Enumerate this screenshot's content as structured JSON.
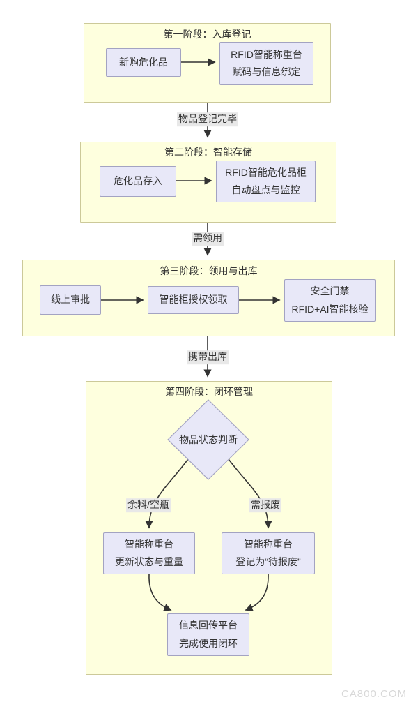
{
  "watermark": "CA800.COM",
  "colors": {
    "stage_fill": "#feffde",
    "stage_border": "#ccc999",
    "node_fill": "#e8e8f8",
    "node_border": "#a3a3c2",
    "edge_label_bg": "#e8e8e8",
    "arrow": "#333333",
    "watermark": "#d8d8d8"
  },
  "stage1": {
    "title": "第一阶段：入库登记",
    "nodes": {
      "new_purchase": "新购危化品",
      "rfid_weigh": "RFID智能称重台\n赋码与信息绑定"
    }
  },
  "stage2": {
    "title": "第二阶段：智能存储",
    "nodes": {
      "store_in": "危化品存入",
      "smart_cabinet": "RFID智能危化品柜\n自动盘点与监控"
    }
  },
  "stage3": {
    "title": "第三阶段：领用与出库",
    "nodes": {
      "online_approval": "线上审批",
      "authorized_pickup": "智能柜授权领取",
      "security_gate": "安全门禁\nRFID+AI智能核验"
    }
  },
  "stage4": {
    "title": "第四阶段：闭环管理",
    "nodes": {
      "status_decision": "物品状态判断",
      "update_weight": "智能称重台\n更新状态与重量",
      "register_scrap": "智能称重台\n登记为“待报废”",
      "feedback": "信息回传平台\n完成使用闭环"
    }
  },
  "edge_labels": {
    "registered": "物品登记完毕",
    "need_use": "需领用",
    "carry_out": "携带出库",
    "leftover": "余料/空瓶",
    "need_scrap": "需报废"
  }
}
